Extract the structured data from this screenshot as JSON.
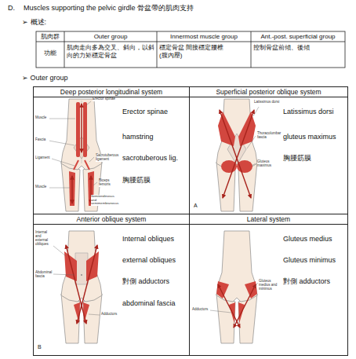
{
  "diagram": {
    "title": "Muscles supporting the pelvic girdle 骨盆帶的肌肉支持",
    "nodes": [
      {
        "text": [
          "Deep posterior longitudinal system",
          "Erector spinae",
          "hamstring",
          "sacrotuberous lig.",
          "胸腰筋膜"
        ]
      },
      {
        "text": [
          "Superficial posterior oblique system",
          "Latissimus dorsi",
          "gluteus maximus",
          "胸腰筋膜"
        ]
      },
      {
        "text": [
          "Anterior oblique system",
          "Internal obliques",
          "external obliques",
          "對側 adductors",
          "abdominal fascia"
        ]
      },
      {
        "text": [
          "Lateral system",
          "Gluteus medius",
          "Gluteus minimus",
          "對側 adductors"
        ]
      }
    ],
    "labels": [
      "D.",
      "➢ 概述:",
      "肌肉群",
      "Outer group",
      "Innermost muscle group",
      "Ant.-post. superficial group",
      "功能",
      "肌肉走向多為交叉、斜向，以斜向的力矩穩定骨盆",
      "穩定骨盆 間接穩定腰椎(腹內壓)",
      "控制骨盆前傾、後傾",
      "➢ Outer group",
      "Erector spinae",
      "Muscle",
      "Fascia",
      "Ligament",
      "Sacrotuberous ligament",
      "Muscle",
      "Biceps femoris",
      "Semitendinosus and semimembranosus",
      "Latissimus dorsi",
      "Thoracolumbar fascia",
      "Gluteus maximus",
      "A",
      "Internal and external obliques",
      "Abdominal fascia",
      "Adductors",
      "B",
      "Gluteus medius and minimus",
      "Adductors"
    ]
  }
}
